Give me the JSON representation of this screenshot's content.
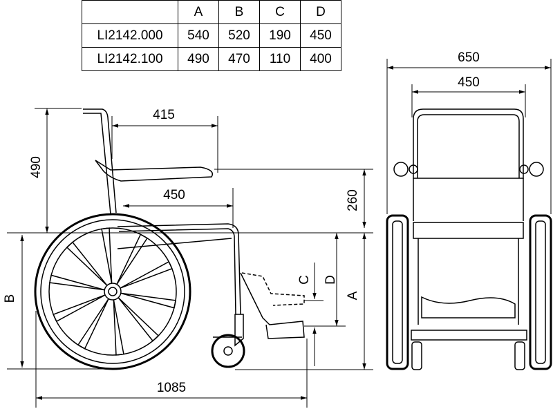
{
  "table": {
    "headers": [
      "",
      "A",
      "B",
      "C",
      "D"
    ],
    "rows": [
      {
        "model": "LI2142.000",
        "values": [
          "540",
          "520",
          "190",
          "450"
        ]
      },
      {
        "model": "LI2142.100",
        "values": [
          "490",
          "470",
          "110",
          "400"
        ]
      }
    ]
  },
  "side_view": {
    "dim_armrest_depth": "415",
    "dim_backrest_height": "490",
    "dim_seat_depth": "450",
    "dim_armrest_height": "260",
    "dim_total_length": "1085",
    "label_a": "A",
    "label_b": "B",
    "label_c": "C",
    "label_d": "D"
  },
  "front_view": {
    "dim_total_width": "650",
    "dim_seat_width": "450"
  }
}
